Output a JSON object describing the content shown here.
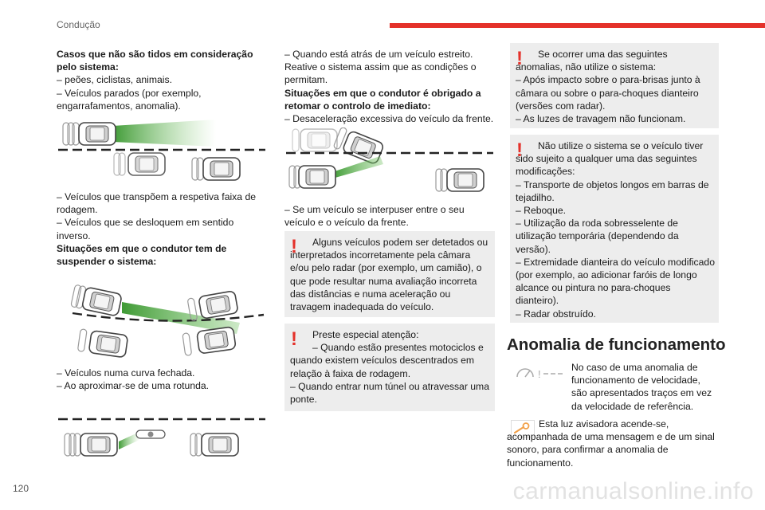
{
  "header": {
    "section": "Condução"
  },
  "page_number": "120",
  "watermark": "carmanualsonline.info",
  "col1": {
    "block1": {
      "title": "Casos que não são tidos em consideração pelo sistema:",
      "items": [
        "– peões, ciclistas, animais.",
        "– Veículos parados (por exemplo, engarrafamentos, anomalia)."
      ]
    },
    "block2": {
      "items": [
        "– Veículos que transpõem a respetiva faixa de rodagem.",
        "– Veículos que se desloquem em sentido inverso."
      ],
      "title": "Situações em que o condutor tem de suspender o sistema:"
    },
    "block3": {
      "items": [
        "– Veículos numa curva fechada.",
        "– Ao aproximar-se de uma rotunda."
      ]
    }
  },
  "col2": {
    "block1": {
      "item1": "– Quando está atrás de um veículo estreito. Reative o sistema assim que as condições o permitam.",
      "title": "Situações em que o condutor é obrigado a retomar o controlo de imediato:",
      "item2": "– Desaceleração excessiva do veículo da frente."
    },
    "block2": {
      "item": "– Se um veículo se interpuser entre o seu veículo e o veículo da frente."
    },
    "warn1": {
      "text": "Alguns veículos podem ser detetados ou interpretados incorretamente pela câmara e/ou pelo radar (por exemplo, um camião), o que pode resultar numa avaliação incorreta das distâncias e numa aceleração ou travagem inadequada do veículo."
    },
    "warn2": {
      "lines": [
        "Preste especial atenção:",
        "– Quando estão presentes motociclos e quando existem veículos descentrados em relação à faixa de rodagem.",
        "– Quando entrar num túnel ou atravessar uma ponte."
      ]
    }
  },
  "col3": {
    "warn1": {
      "lines": [
        "Se ocorrer uma das seguintes anomalias, não utilize o sistema:",
        "– Após impacto sobre o para-brisas junto à câmara ou sobre o para-choques dianteiro (versões com radar).",
        "– As luzes de travagem não funcionam."
      ]
    },
    "warn2": {
      "lines": [
        "Não utilize o sistema se o veículo tiver sido sujeito a qualquer uma das seguintes modificações:",
        "– Transporte de objetos longos em barras de tejadilho.",
        "– Reboque.",
        "– Utilização da roda sobresselente de utilização temporária (dependendo da versão).",
        "– Extremidade dianteira do veículo modificado (por exemplo, ao adicionar faróis de longo alcance ou pintura no para-choques dianteiro).",
        "– Radar obstruído."
      ]
    },
    "heading": "Anomalia de funcionamento",
    "para1": "No caso de uma anomalia de funcionamento de velocidade, são apresentados traços em vez da velocidade de referência.",
    "para2": "Esta luz avisadora acende-se, acompanhada de uma mensagem e de um sinal sonoro, para confirmar a anomalia de funcionamento."
  },
  "icons": {
    "speed_display": "speed-dashes-icon",
    "wrench": "wrench-warning-icon",
    "warning": "exclamation-icon"
  },
  "colors": {
    "accent_red": "#e4312a",
    "box_gray": "#ededed",
    "sensor_green": "#4caf3c"
  }
}
